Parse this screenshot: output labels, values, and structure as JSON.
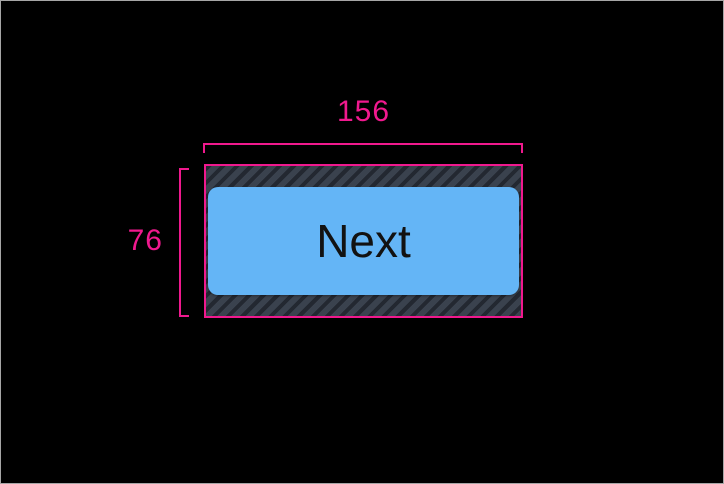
{
  "measurements": {
    "width_label": "156",
    "height_label": "76"
  },
  "button": {
    "label": "Next"
  },
  "colors": {
    "canvas_bg": "#000000",
    "frame_border": "#a6a6a6",
    "annotation": "#f0198e",
    "button_fill": "#64b5f6",
    "button_text": "#121212",
    "hatch_base": "#3a424e",
    "hatch_stripe": "#232831"
  }
}
